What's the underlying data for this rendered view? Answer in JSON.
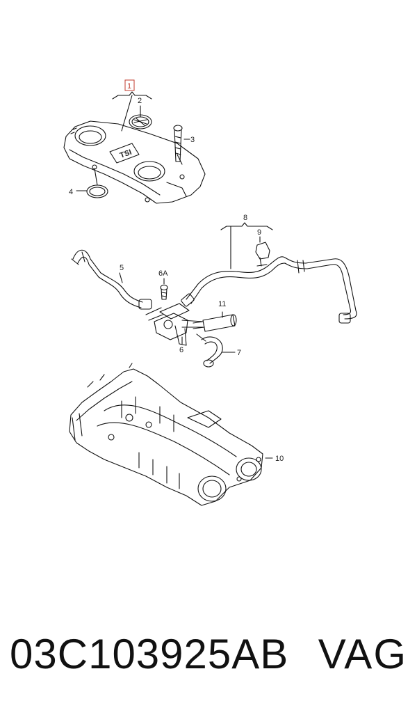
{
  "callouts": {
    "c1": "1",
    "c2": "2",
    "c3": "3",
    "c4": "4",
    "c5": "5",
    "c6A": "6A",
    "c6": "6",
    "c7": "7",
    "c8": "8",
    "c9": "9",
    "c10": "10",
    "c11": "11"
  },
  "badge_text": "TSI",
  "footer": {
    "part_number": "03C103925AB",
    "brand": "VAG"
  },
  "colors": {
    "highlight": "#c0392b",
    "line": "#111111"
  }
}
